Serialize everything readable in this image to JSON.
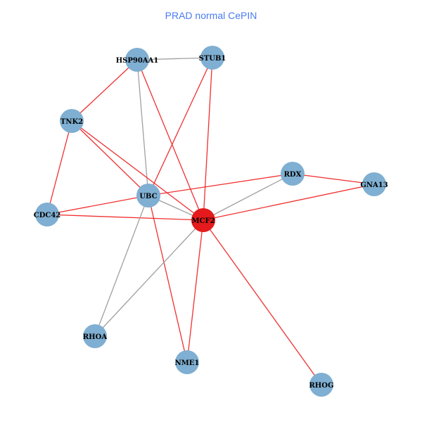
{
  "title": "PRAD normal CePIN",
  "colors": {
    "node": "#7fafd2",
    "highlight_node": "#e41a1c",
    "red_edge": "#f03030",
    "gray_edge": "#a0a0a0"
  },
  "nodes": [
    {
      "id": "HSP90AA1",
      "label": "HSP90AA1",
      "highlight": false
    },
    {
      "id": "STUB1",
      "label": "STUB1",
      "highlight": false
    },
    {
      "id": "TNK2",
      "label": "TNK2",
      "highlight": false
    },
    {
      "id": "UBC",
      "label": "UBC",
      "highlight": false
    },
    {
      "id": "CDC42",
      "label": "CDC42",
      "highlight": false
    },
    {
      "id": "MCF2",
      "label": "MCF2",
      "highlight": true
    },
    {
      "id": "RDX",
      "label": "RDX",
      "highlight": false
    },
    {
      "id": "GNA13",
      "label": "GNA13",
      "highlight": false
    },
    {
      "id": "RHOA",
      "label": "RHOA",
      "highlight": false
    },
    {
      "id": "NME1",
      "label": "NME1",
      "highlight": false
    },
    {
      "id": "RHOG",
      "label": "RHOG",
      "highlight": false
    }
  ],
  "edges": [
    {
      "source": "HSP90AA1",
      "target": "STUB1",
      "type": "gray"
    },
    {
      "source": "HSP90AA1",
      "target": "TNK2",
      "type": "red"
    },
    {
      "source": "HSP90AA1",
      "target": "UBC",
      "type": "gray"
    },
    {
      "source": "HSP90AA1",
      "target": "MCF2",
      "type": "red"
    },
    {
      "source": "STUB1",
      "target": "UBC",
      "type": "red"
    },
    {
      "source": "STUB1",
      "target": "MCF2",
      "type": "red"
    },
    {
      "source": "TNK2",
      "target": "CDC42",
      "type": "red"
    },
    {
      "source": "TNK2",
      "target": "UBC",
      "type": "red"
    },
    {
      "source": "TNK2",
      "target": "MCF2",
      "type": "red"
    },
    {
      "source": "CDC42",
      "target": "UBC",
      "type": "red"
    },
    {
      "source": "CDC42",
      "target": "MCF2",
      "type": "red"
    },
    {
      "source": "UBC",
      "target": "RDX",
      "type": "red"
    },
    {
      "source": "UBC",
      "target": "MCF2",
      "type": "gray"
    },
    {
      "source": "UBC",
      "target": "RHOA",
      "type": "gray"
    },
    {
      "source": "UBC",
      "target": "NME1",
      "type": "red"
    },
    {
      "source": "MCF2",
      "target": "RDX",
      "type": "gray"
    },
    {
      "source": "MCF2",
      "target": "GNA13",
      "type": "red"
    },
    {
      "source": "RDX",
      "target": "GNA13",
      "type": "red"
    },
    {
      "source": "MCF2",
      "target": "RHOA",
      "type": "gray"
    },
    {
      "source": "MCF2",
      "target": "NME1",
      "type": "red"
    },
    {
      "source": "MCF2",
      "target": "RHOG",
      "type": "red"
    }
  ]
}
